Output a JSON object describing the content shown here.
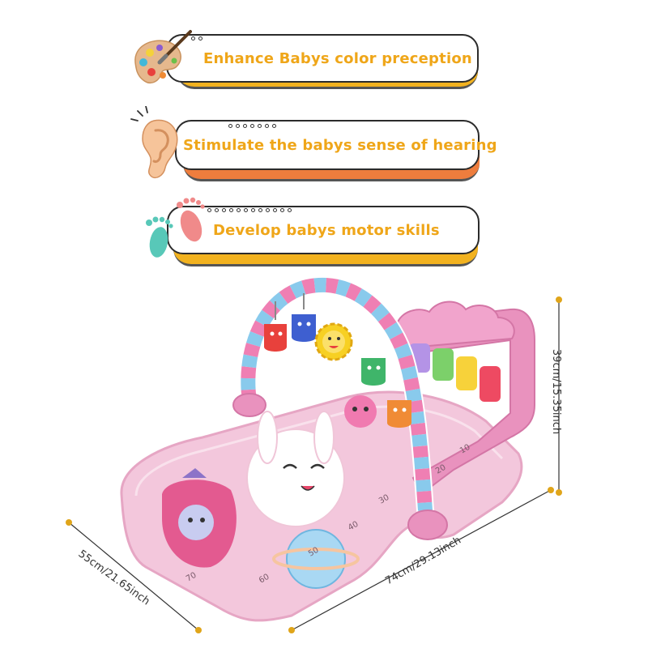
{
  "features": [
    {
      "label": "Enhance Babys color preception",
      "icon": "color-palette-icon"
    },
    {
      "label": "Stimulate the babys sense of hearing",
      "icon": "ear-icon"
    },
    {
      "label": "Develop babys motor skills",
      "icon": "footprints-icon"
    }
  ],
  "dimensions": {
    "height": "39cm/15.35inch",
    "width": "74cm/29.13inch",
    "depth": "55cm/21.65inch"
  },
  "mat_numbers": [
    "10",
    "20",
    "30",
    "40",
    "50",
    "60",
    "70"
  ],
  "colors": {
    "accent_yellow": "#efa619",
    "accent_orange": "#ee7d3d",
    "mat_pink": "#f3c7dc",
    "dimension_dot": "#e0a51a"
  }
}
